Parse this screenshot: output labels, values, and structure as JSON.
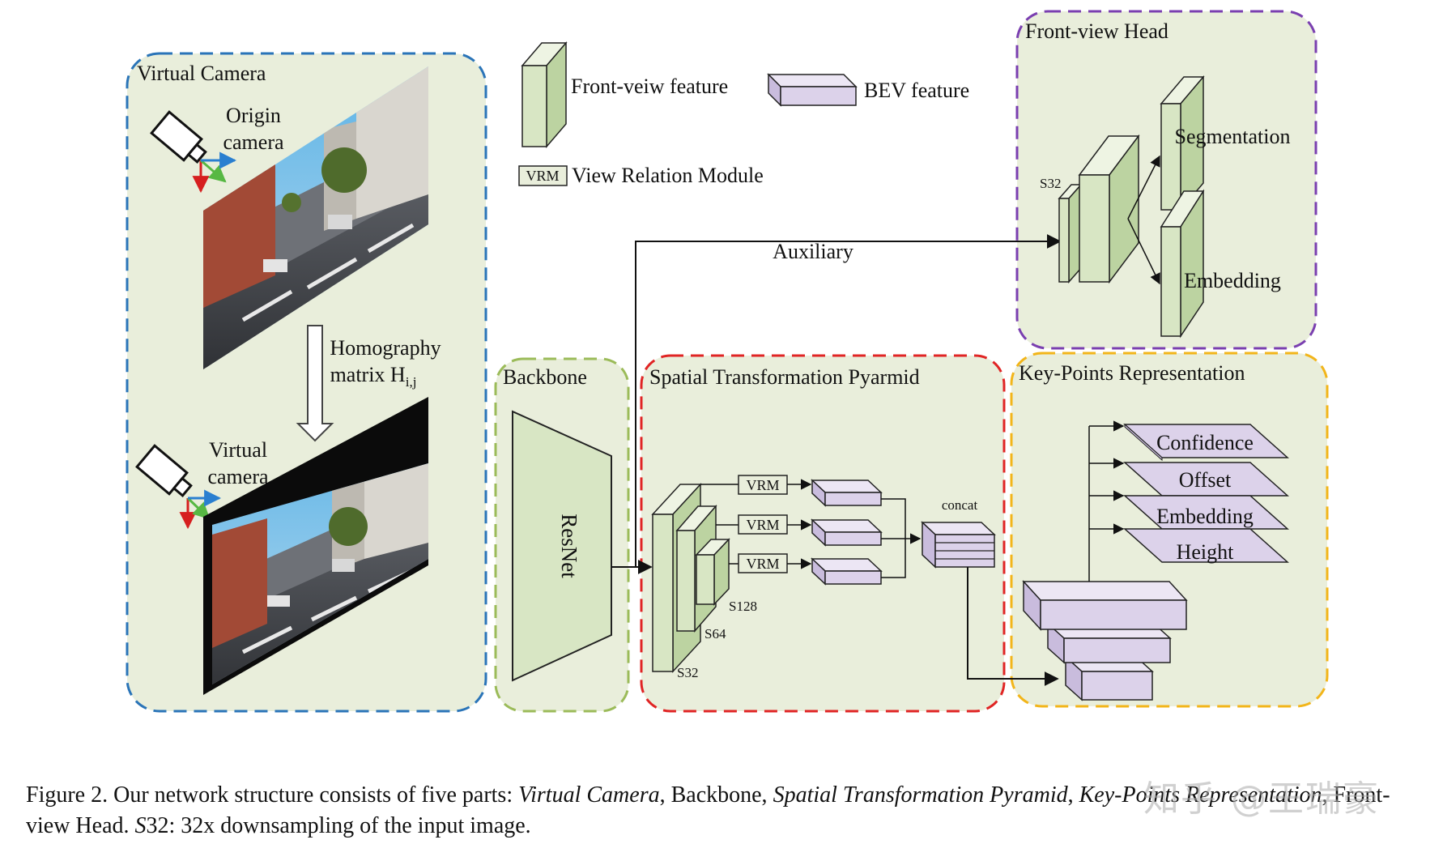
{
  "legend": {
    "front_view_feature": "Front-veiw feature",
    "bev_feature": "BEV feature",
    "vrm_tag": "VRM",
    "vrm_label": "View Relation Module"
  },
  "virtual_camera": {
    "title": "Virtual Camera",
    "origin_camera_line1": "Origin",
    "origin_camera_line2": "camera",
    "homography_line1": "Homography",
    "homography_line2": "matrix H",
    "homography_sub": "i,j",
    "virtual_camera_line1": "Virtual",
    "virtual_camera_line2": "camera"
  },
  "backbone": {
    "title": "Backbone",
    "network": "ResNet"
  },
  "stp": {
    "title": "Spatial Transformation Pyarmid",
    "vrm_labels": [
      "VRM",
      "VRM",
      "VRM"
    ],
    "scale_labels": [
      "S32",
      "S64",
      "S128"
    ],
    "concat": "concat"
  },
  "front_view_head": {
    "title": "Front-view Head",
    "scale": "S32",
    "outputs": [
      "Segmentation",
      "Embedding"
    ]
  },
  "auxiliary": "Auxiliary",
  "keypoints": {
    "title": "Key-Points Representation",
    "outputs": [
      "Confidence",
      "Offset",
      "Embedding",
      "Height"
    ]
  },
  "caption": {
    "prefix": "Figure 2. Our network structure consists of five parts: ",
    "part1": "Virtual Camera",
    "sep1": ", Backbone, ",
    "part2": "Spatial Transformation Pyramid",
    "sep2": ", ",
    "part3": "Key-Points Representation",
    "sep3": ", Front-view Head. ",
    "s32": "S",
    "s32_num": "32",
    "suffix": ": 32x downsampling of the input image."
  },
  "watermark": "知乎 @王瑞豪",
  "colors": {
    "panel_fill": "#e9eedb",
    "virtual_camera_border": "#2a74b8",
    "backbone_border": "#9bbb59",
    "stp_border": "#e02424",
    "front_view_border": "#7a3fb0",
    "keypoints_border": "#f2b51a",
    "front_feature_fill": "#d8e6c4",
    "bev_feature_fill": "#dcd2ea"
  }
}
